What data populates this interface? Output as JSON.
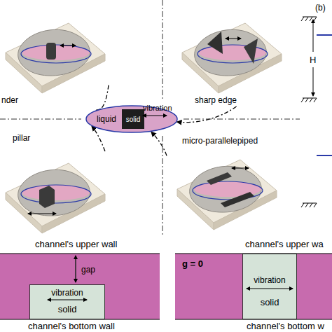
{
  "diagram": {
    "nodes": [
      {
        "text": [
          "liquid"
        ]
      },
      {
        "text": [
          "vibration",
          "solid"
        ],
        "in": 0
      },
      {
        "text": [
          "nder"
        ]
      },
      {
        "text": [
          "sharp edge"
        ]
      },
      {
        "text": [
          "pillar"
        ]
      },
      {
        "text": [
          "micro-parallelepiped"
        ]
      },
      {
        "text": [
          "gap"
        ]
      },
      {
        "text": [
          "vibration",
          "solid"
        ],
        "in": 6
      },
      {
        "text": [
          "g = 0"
        ]
      },
      {
        "text": [
          "vibration",
          "solid"
        ],
        "in": 8
      }
    ],
    "edges": [
      {
        "from": 2,
        "to": 0,
        "arrow": "to"
      },
      {
        "from": 3,
        "to": 0,
        "arrow": "to"
      },
      {
        "from": 4,
        "to": 0,
        "arrow": "to"
      },
      {
        "from": 5,
        "to": 0,
        "arrow": "to"
      }
    ],
    "labels": [
      "channel's upper wall",
      "channel's bottom wall",
      "channel's upper wa",
      "channel's bottom w",
      "(b)",
      "H"
    ]
  }
}
